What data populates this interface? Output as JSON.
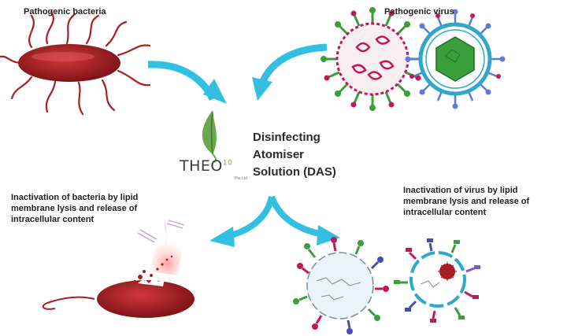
{
  "labels": {
    "pathogenic_bacteria": "Pathogenic bacteria",
    "pathogenic_virus": "Pathogenic virus",
    "das_line1": "Disinfecting",
    "das_line2": "Atomiser",
    "das_line3": "Solution (DAS)",
    "bacteria_inactivation_1": "Inactivation of bacteria by lipid",
    "bacteria_inactivation_2": "membrane lysis and release of",
    "bacteria_inactivation_3": "intracellular content",
    "virus_inactivation_1": "Inactivation of virus by lipid",
    "virus_inactivation_2": "membrane lysis and release of",
    "virus_inactivation_3": "intracellular content"
  },
  "logo": {
    "brand": "THEO",
    "superscript": "10",
    "suffix": "Pte Ltd"
  },
  "colors": {
    "arrow": "#33bfe0",
    "bacteria": "#a91e22",
    "leaf": "#6aa84f",
    "virus_green": "#3a9e3a",
    "virus_capsid": "#2fa7c9"
  },
  "icons": [
    "bacterium-icon",
    "virus-icon",
    "leaf-icon",
    "lysed-bacterium-icon",
    "lysed-virus-icon"
  ]
}
